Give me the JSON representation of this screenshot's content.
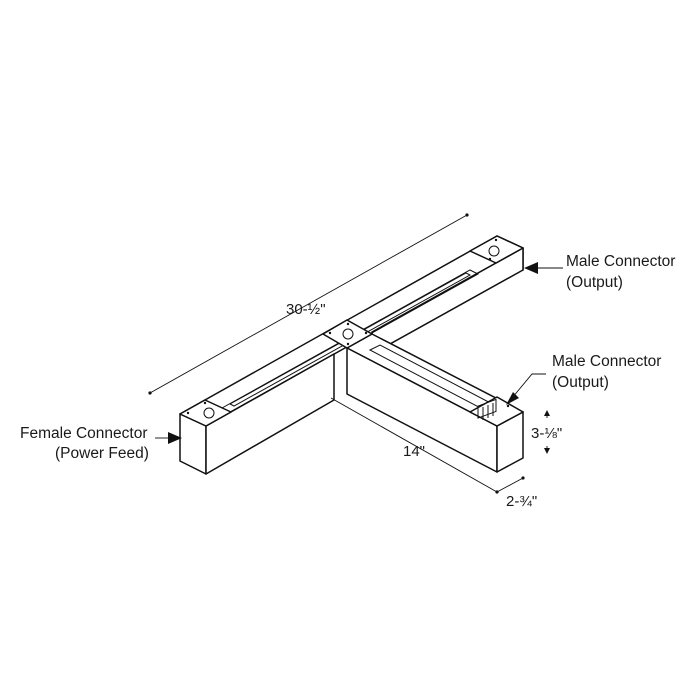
{
  "diagram": {
    "labels": {
      "male_connector_top": {
        "line1": "Male Connector",
        "line2": "(Output)"
      },
      "male_connector_right": {
        "line1": "Male Connector",
        "line2": "(Output)"
      },
      "female_connector": {
        "line1": "Female Connector",
        "line2": "(Power Feed)"
      }
    },
    "dimensions": {
      "length": "30-½\"",
      "branch_length": "14\"",
      "height": "3-⅛\"",
      "width": "2-¾\""
    }
  }
}
